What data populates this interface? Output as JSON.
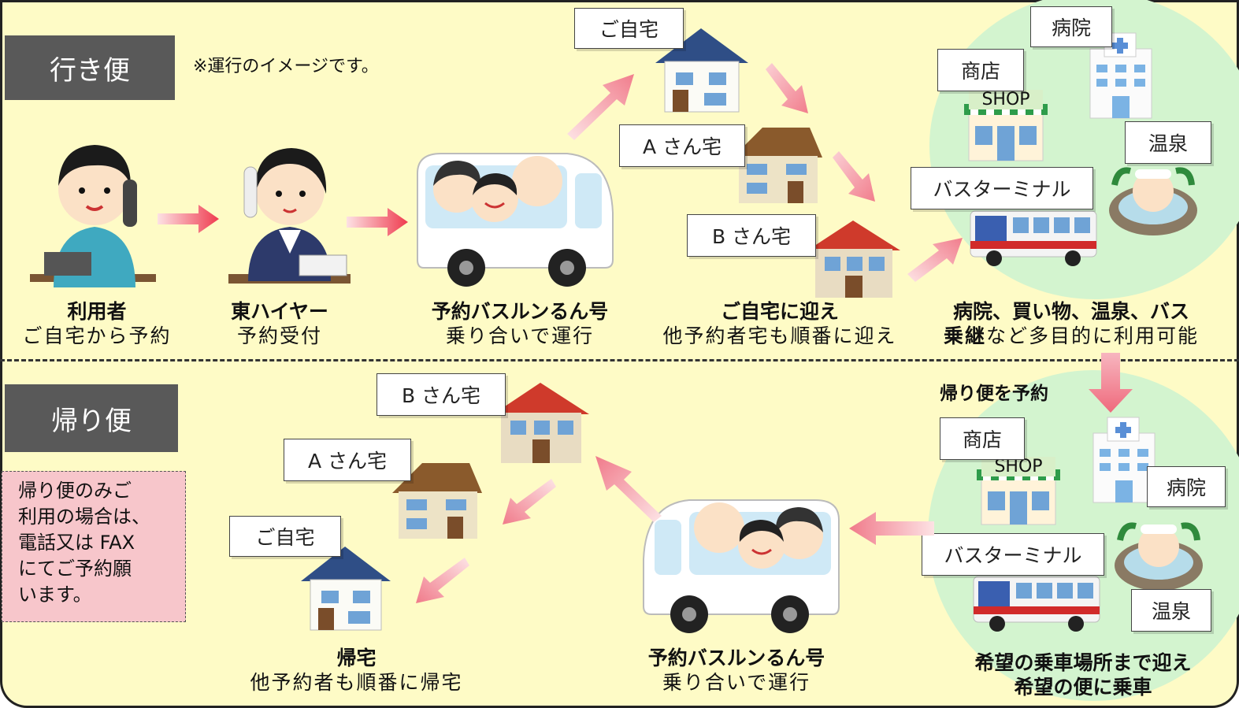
{
  "outbound": {
    "tag": "行き便",
    "note": "※運行のイメージです。",
    "steps": [
      {
        "title": "利用者",
        "sub": "ご自宅から予約"
      },
      {
        "title": "東ハイヤー",
        "sub": "予約受付"
      },
      {
        "title": "予約バスルンるん号",
        "sub": "乗り合いで運行"
      },
      {
        "title": "ご自宅に迎え",
        "sub": "他予約者宅も順番に迎え"
      },
      {
        "title_line1": "病院、買い物、温泉、バス",
        "title_line2_bold": "乗継",
        "title_line2_rest": "など多目的に利用可能"
      }
    ],
    "houses": {
      "home": "ご自宅",
      "a": "A さん宅",
      "b": "B さん宅"
    },
    "destinations": {
      "hospital": "病院",
      "shop": "商店",
      "shop_sign": "SHOP",
      "onsen": "温泉",
      "terminal": "バスターミナル"
    }
  },
  "return_trip": {
    "tag": "帰り便",
    "reserve_label": "帰り便を予約",
    "note_box": "帰り便のみご\n利用の場合は、\n電話又は FAX\nにてご予約願\nいます。",
    "houses": {
      "home": "ご自宅",
      "a": "A さん宅",
      "b": "B さん宅"
    },
    "destinations": {
      "hospital": "病院",
      "shop": "商店",
      "shop_sign": "SHOP",
      "onsen": "温泉",
      "terminal": "バスターミナル"
    },
    "steps": [
      {
        "title": "帰宅",
        "sub": "他予約者も順番に帰宅"
      },
      {
        "title": "予約バスルンるん号",
        "sub": "乗り合いで運行"
      },
      {
        "title_line1": "希望の乗車場所まで迎え",
        "title_line2": "希望の便に乗車"
      }
    ]
  },
  "colors": {
    "background": "#fefbc6",
    "tag": "#595959",
    "arrow": "#f08a98",
    "bubble": "#d3f4cf",
    "note_box": "#f7c6cb"
  },
  "icons": [
    "phone-user-icon",
    "receptionist-icon",
    "bus-icon",
    "house-icon",
    "hospital-icon",
    "shop-icon",
    "onsen-icon",
    "terminal-bus-icon"
  ]
}
